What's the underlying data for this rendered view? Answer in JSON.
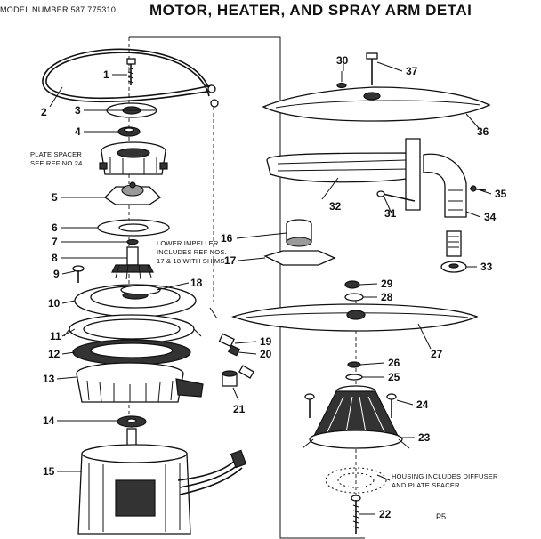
{
  "header": {
    "model_number": "MODEL NUMBER 587.775310",
    "title": "MOTOR, HEATER, AND SPRAY ARM DETAI"
  },
  "callouts": {
    "p1": "1",
    "p2": "2",
    "p3": "3",
    "p4": "4",
    "p5": "5",
    "p6": "6",
    "p7": "7",
    "p8": "8",
    "p9": "9",
    "p10": "10",
    "p11": "11",
    "p12": "12",
    "p13": "13",
    "p14": "14",
    "p15": "15",
    "p16": "16",
    "p17": "17",
    "p18": "18",
    "p19": "19",
    "p20": "20",
    "p21": "21",
    "p22": "22",
    "p23": "23",
    "p24": "24",
    "p25": "25",
    "p26": "26",
    "p27": "27",
    "p28": "28",
    "p29": "29",
    "p30": "30",
    "p31": "31",
    "p32": "32",
    "p33": "33",
    "p34": "34",
    "p35": "35",
    "p36": "36",
    "p37": "37"
  },
  "notes": {
    "plate_spacer_line1": "PLATE SPACER",
    "plate_spacer_line2": "SEE REF NO 24",
    "impeller_line1": "LOWER IMPELLER",
    "impeller_line2": "INCLUDES REF NOS.",
    "impeller_line3": "17 & 18 WITH SHIMS",
    "housing_line1": "HOUSING INCLUDES DIFFUSER",
    "housing_line2": "AND PLATE SPACER"
  },
  "page_ref": "P5"
}
